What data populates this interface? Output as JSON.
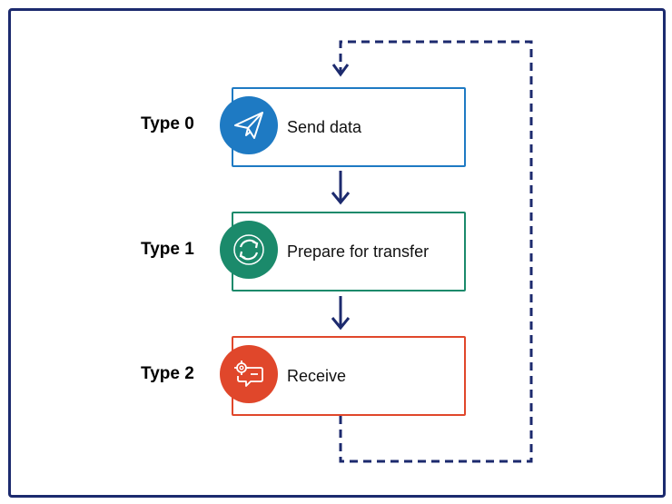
{
  "steps": [
    {
      "type_label": "Type 0",
      "text": "Send data",
      "color": "#1e7ac3",
      "icon": "paper-plane-icon"
    },
    {
      "type_label": "Type 1",
      "text": "Prepare for transfer",
      "color": "#1b8a6b",
      "icon": "refresh-cycle-icon"
    },
    {
      "type_label": "Type 2",
      "text": "Receive",
      "color": "#e0472b",
      "icon": "gear-message-icon"
    }
  ],
  "colors": {
    "frame": "#1c2a6e",
    "arrows": "#1c2a6e"
  }
}
